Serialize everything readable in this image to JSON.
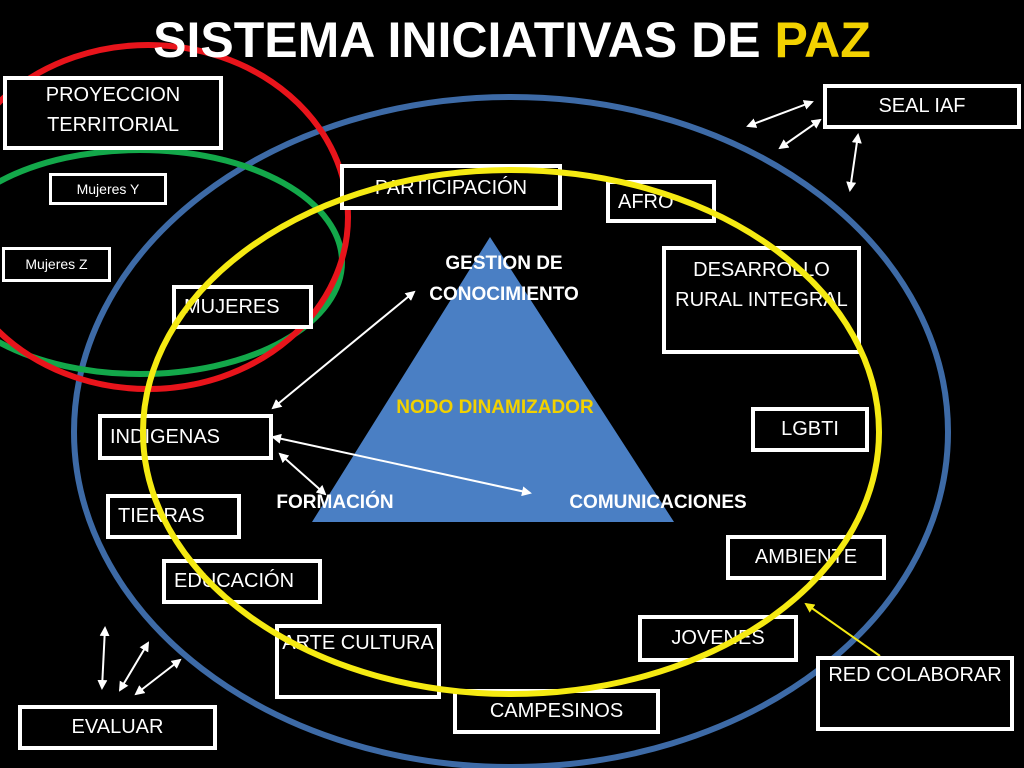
{
  "title": {
    "main": "SISTEMA INICIATIVAS DE",
    "accent": "PAZ"
  },
  "colors": {
    "background": "#000000",
    "red_ring": "#e8141b",
    "green_ring": "#13a84a",
    "yellow_ring": "#f5ea12",
    "blue_ring": "#3d6aa6",
    "triangle": "#4a7fc4",
    "accent_text": "#f2d100",
    "box_border": "#ffffff"
  },
  "boxes": {
    "proyeccion_territorial": "PROYECCION TERRITORIAL",
    "mujeres_y": "Mujeres Y",
    "mujeres_z": "Mujeres Z",
    "participacion": "PARTICIPACIÓN",
    "afro": "AFRO",
    "seal_iaf": "SEAL IAF",
    "desarrollo_rural": "DESARROLLO RURAL INTEGRAL",
    "mujeres": "MUJERES",
    "indigenas": "INDIGENAS",
    "lgbti": "LGBTI",
    "tierras": "TIERRAS",
    "educacion": "EDUCACIÓN",
    "ambiente": "AMBIENTE",
    "arte_cultura": "ARTE CULTURA",
    "jovenes": "JOVENES",
    "campesinos": "CAMPESINOS",
    "red_colaborar": "RED COLABORAR",
    "evaluar": "EVALUAR"
  },
  "triangle": {
    "top": "GESTION DE CONOCIMIENTO",
    "center": "NODO DINAMIZADOR",
    "left": "FORMACIÓN",
    "right": "COMUNICACIONES"
  }
}
